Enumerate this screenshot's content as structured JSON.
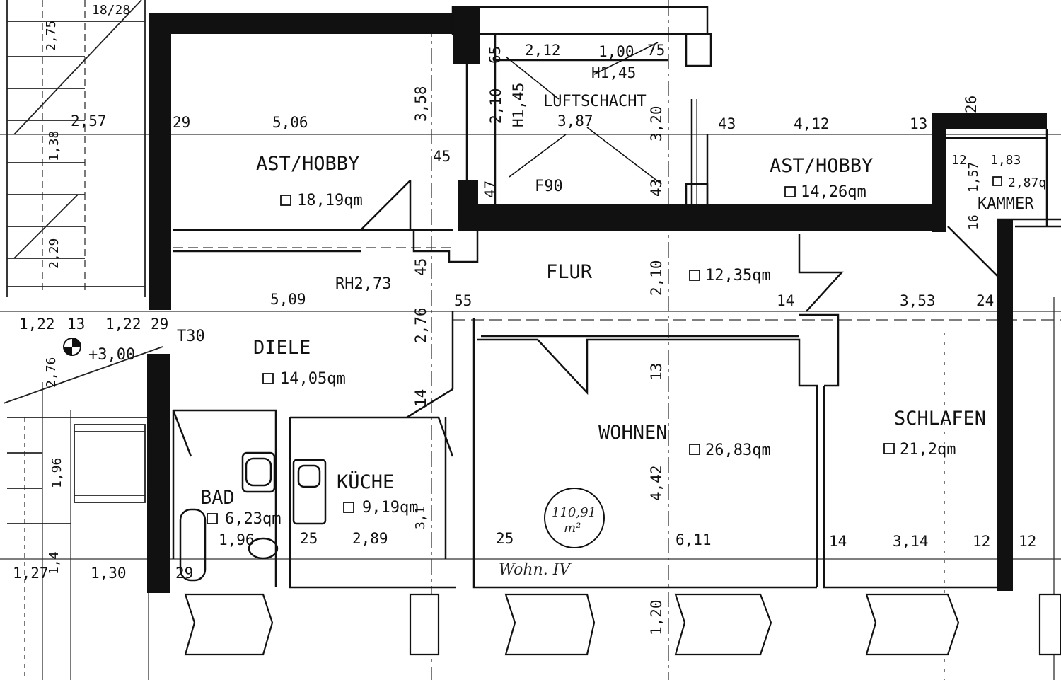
{
  "rooms": {
    "ast_hobby_left": {
      "name": "AST/HOBBY",
      "area": "18,19qm"
    },
    "ast_hobby_right": {
      "name": "AST/HOBBY",
      "area": "14,26qm"
    },
    "kammer": {
      "name": "KAMMER",
      "area": "2,87q"
    },
    "luftschacht": {
      "name": "LUFTSCHACHT"
    },
    "flur": {
      "name": "FLUR",
      "area": "12,35qm"
    },
    "diele": {
      "name": "DIELE",
      "area": "14,05qm"
    },
    "bad": {
      "name": "BAD",
      "area": "6,23qm"
    },
    "kueche": {
      "name": "KÜCHE",
      "area": "9,19qm"
    },
    "wohnen": {
      "name": "WOHNEN",
      "area": "26,83qm"
    },
    "schlafen": {
      "name": "SCHLAFEN",
      "area": "21,2qm"
    }
  },
  "annotations": {
    "rh": "RH2,73",
    "t30": "T30",
    "f90": "F90",
    "h145_top": "H1,45",
    "h145_side": "H1,45",
    "level": "+3,00",
    "total_area": "110,91",
    "total_unit": "m²",
    "unit_note": "Wohn. IV",
    "stair_top": "18/28"
  },
  "dimensions": {
    "d_2_12": "2,12",
    "d_1_00": "1,00",
    "d_75": "75",
    "d_65": "65",
    "d_2_10_shaft": "2,10",
    "d_3_87": "3,87",
    "d_3_20": "3,20",
    "d_47_a": "47",
    "d_43_a": "43",
    "d_45_a": "45",
    "d_29_a": "29",
    "d_5_06": "5,06",
    "d_3_58": "3,58",
    "d_43_b": "43",
    "d_4_12": "4,12",
    "d_13_a": "13",
    "d_26": "26",
    "d_12_a": "12",
    "d_1_83": "1,83",
    "d_1_57": "1,57",
    "d_16": "16",
    "d_2_57": "2,57",
    "d_1_38": "1,38",
    "d_2_75": "2,75",
    "d_2_29": "2,29",
    "d_45_b": "45",
    "d_2_10_flur": "2,10",
    "d_5_09": "5,09",
    "d_1_22_a": "1,22",
    "d_13_b": "13",
    "d_1_22_b": "1,22",
    "d_29_b": "29",
    "d_55": "55",
    "d_14_a": "14",
    "d_3_53": "3,53",
    "d_24": "24",
    "d_2_76_a": "2,76",
    "d_2_76_b": "2,76",
    "d_13_c": "13",
    "d_14_b": "14",
    "d_1_96_a": "1,96",
    "d_1_96_b": "1,96",
    "d_4_42": "4,42",
    "d_1_27": "1,27",
    "d_1_4": "1,4",
    "d_1_30": "1,30",
    "d_29_c": "29",
    "d_25_a": "25",
    "d_2_89": "2,89",
    "d_3_1": "3,1",
    "d_25_b": "25",
    "d_6_11": "6,11",
    "d_14_c": "14",
    "d_3_14": "3,14",
    "d_12_b": "12",
    "d_12_c": "12",
    "d_1_20": "1,20"
  }
}
